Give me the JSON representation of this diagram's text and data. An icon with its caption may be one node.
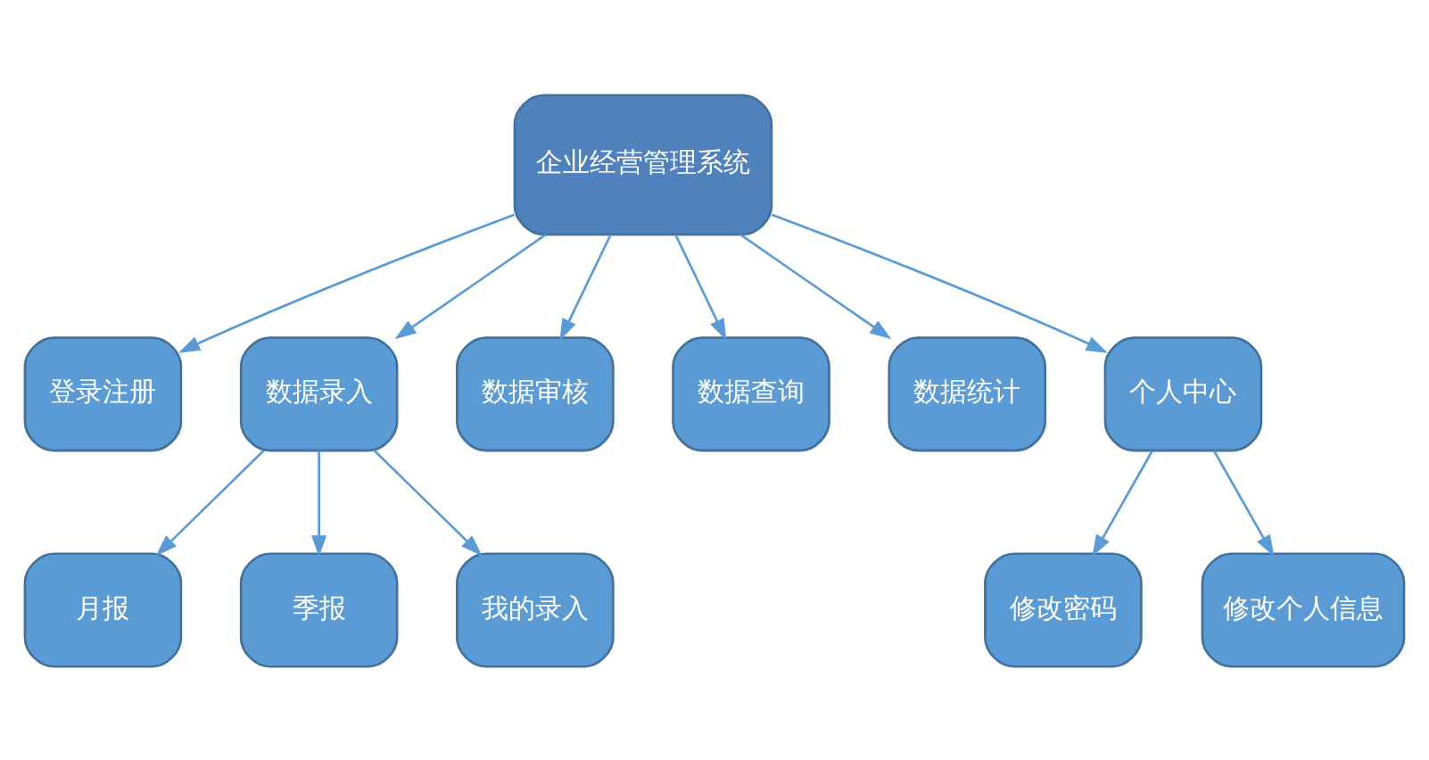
{
  "diagram": {
    "nodes": [
      {
        "text": [
          "企业经营管理系统"
        ]
      },
      {
        "text": [
          "登录注册"
        ]
      },
      {
        "text": [
          "数据录入"
        ]
      },
      {
        "text": [
          "数据审核"
        ]
      },
      {
        "text": [
          "数据查询"
        ]
      },
      {
        "text": [
          "数据统计"
        ]
      },
      {
        "text": [
          "个人中心"
        ]
      },
      {
        "text": [
          "月报"
        ]
      },
      {
        "text": [
          "季报"
        ]
      },
      {
        "text": [
          "我的录入"
        ]
      },
      {
        "text": [
          "修改密码"
        ]
      },
      {
        "text": [
          "修改个人信息"
        ]
      }
    ],
    "edges": [
      {
        "from": 0,
        "to": 1,
        "arrow": "to"
      },
      {
        "from": 0,
        "to": 2,
        "arrow": "to"
      },
      {
        "from": 0,
        "to": 3,
        "arrow": "to"
      },
      {
        "from": 0,
        "to": 4,
        "arrow": "to"
      },
      {
        "from": 0,
        "to": 5,
        "arrow": "to"
      },
      {
        "from": 0,
        "to": 6,
        "arrow": "to"
      },
      {
        "from": 2,
        "to": 7,
        "arrow": "to"
      },
      {
        "from": 2,
        "to": 8,
        "arrow": "to"
      },
      {
        "from": 2,
        "to": 9,
        "arrow": "to"
      },
      {
        "from": 6,
        "to": 10,
        "arrow": "to"
      },
      {
        "from": 6,
        "to": 11,
        "arrow": "to"
      }
    ]
  }
}
